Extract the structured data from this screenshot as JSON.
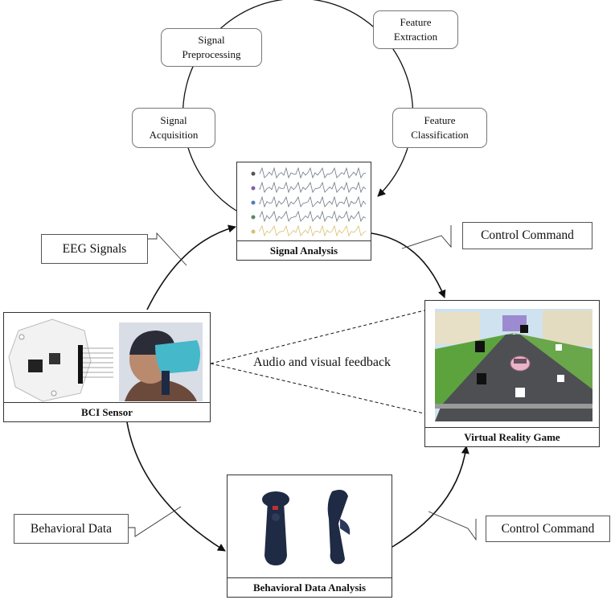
{
  "cycle_steps": {
    "signal_preprocessing": "Signal\nPreprocessing",
    "feature_extraction": "Feature\nExtraction",
    "signal_acquisition": "Signal\nAcquisition",
    "feature_classification": "Feature\nClassification"
  },
  "labels": {
    "eeg_signals": "EEG Signals",
    "control_command_top": "Control Command",
    "behavioral_data": "Behavioral Data",
    "control_command_bottom": "Control Command",
    "feedback": "Audio and visual feedback"
  },
  "panels": {
    "signal_analysis": "Signal Analysis",
    "bci_sensor": "BCI Sensor",
    "vr_game": "Virtual Reality Game",
    "behavioral_analysis": "Behavioral Data Analysis"
  },
  "colors": {
    "eeg_trace": "#6f7784",
    "eeg_last_trace": "#d8c070",
    "headset": "#45b8c9",
    "road": "#4d4f52",
    "grass": "#5ca33e",
    "controller": "#1f2a44"
  }
}
